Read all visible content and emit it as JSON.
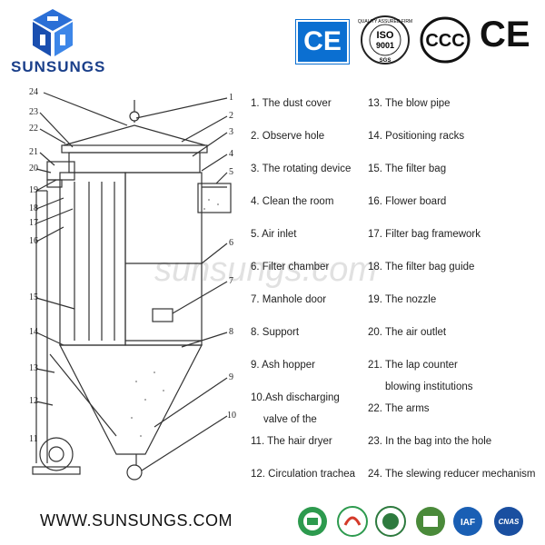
{
  "brand": {
    "name": "SUNSUNGS",
    "url": "WWW.SUNSUNGS.COM",
    "watermark": "sunsungs.com",
    "color": "#1a3f8a"
  },
  "certs": {
    "ce_blue": "CE",
    "iso_text": "ISO",
    "iso_num": "9001",
    "iso_ring": "QUALITY ASSURED FIRM",
    "iso_sgs": "SGS",
    "ccc": "CCC",
    "ce_black": "CE",
    "bottom_badges": [
      "IAF",
      "CNAS"
    ]
  },
  "legend_left": [
    "1. The dust cover",
    "2. Observe hole",
    "3. The rotating device",
    "4. Clean the room",
    "5. Air inlet",
    "6. Filter chamber",
    "7. Manhole door",
    "8. Support",
    "9. Ash hopper",
    "10.Ash discharging",
    "valve of the",
    "11. The hair dryer",
    "12. Circulation trachea"
  ],
  "legend_right": [
    "13. The blow pipe",
    "14. Positioning racks",
    "15. The filter bag",
    "16. Flower board",
    "17. Filter bag framework",
    "18. The filter bag guide",
    "19. The nozzle",
    "20. The air outlet",
    "21. The lap counter",
    "blowing institutions",
    "22. The arms",
    "23. In the bag into the hole",
    "24. The slewing reducer mechanism"
  ],
  "callouts_left": [
    "24",
    "23",
    "22",
    "21",
    "20",
    "19",
    "18",
    "17",
    "16",
    "15",
    "14",
    "13",
    "12",
    "11"
  ],
  "callouts_right": [
    "1",
    "2",
    "3",
    "4",
    "5",
    "6",
    "7",
    "8",
    "9",
    "10"
  ]
}
